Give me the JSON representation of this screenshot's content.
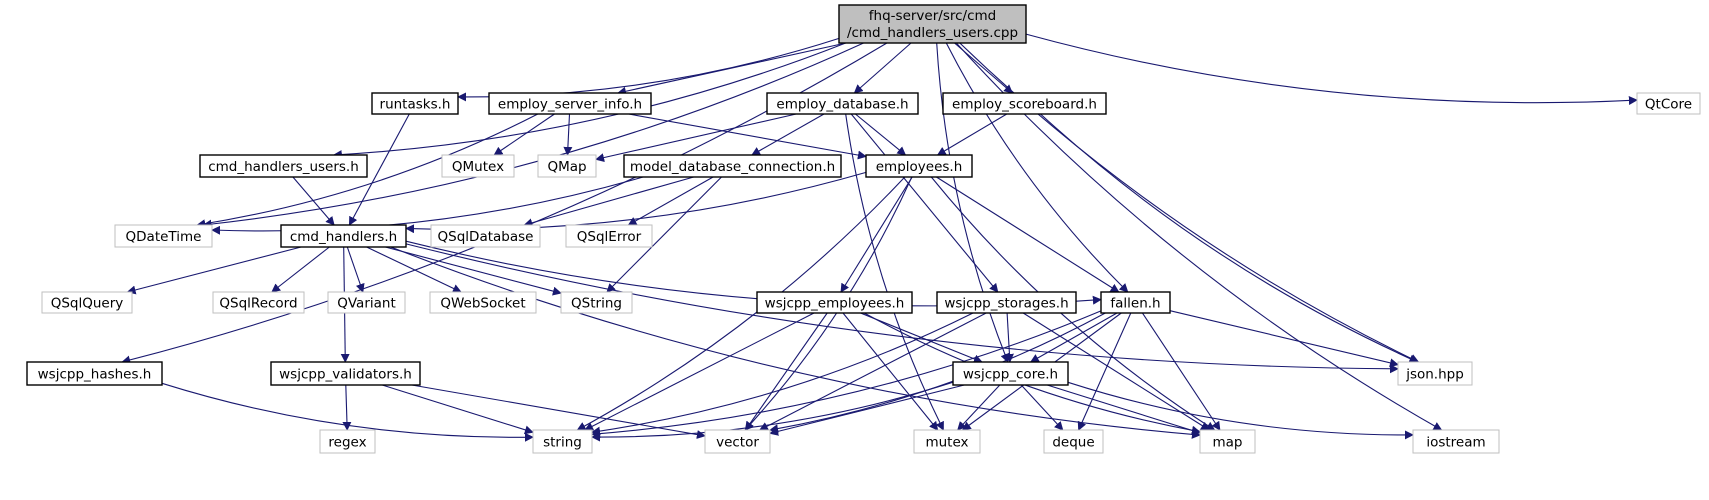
{
  "diagram": {
    "title_lines": [
      "fhq-server/src/cmd",
      "/cmd_handlers_users.cpp"
    ],
    "colors": {
      "edge": "#191970",
      "root_fill": "#bfbfbf",
      "root_border": "#000000",
      "internal_border": "#000000",
      "external_border": "#bfbfbf",
      "text": "#000000"
    },
    "nodes": [
      {
        "id": "root",
        "kind": "root",
        "lines": [
          "fhq-server/src/cmd",
          "/cmd_handlers_users.cpp"
        ]
      },
      {
        "id": "runtasks",
        "kind": "internal",
        "label": "runtasks.h"
      },
      {
        "id": "server_info",
        "kind": "internal",
        "label": "employ_server_info.h"
      },
      {
        "id": "database",
        "kind": "internal",
        "label": "employ_database.h"
      },
      {
        "id": "scoreboard",
        "kind": "internal",
        "label": "employ_scoreboard.h"
      },
      {
        "id": "qtcore",
        "kind": "external",
        "label": "QtCore"
      },
      {
        "id": "cmd_users",
        "kind": "internal",
        "label": "cmd_handlers_users.h"
      },
      {
        "id": "qmutex",
        "kind": "external",
        "label": "QMutex"
      },
      {
        "id": "qmap",
        "kind": "external",
        "label": "QMap"
      },
      {
        "id": "model_db",
        "kind": "internal",
        "label": "model_database_connection.h"
      },
      {
        "id": "employees",
        "kind": "internal",
        "label": "employees.h"
      },
      {
        "id": "qdatetime",
        "kind": "external",
        "label": "QDateTime"
      },
      {
        "id": "cmd_handlers",
        "kind": "internal",
        "label": "cmd_handlers.h"
      },
      {
        "id": "qsqldatabase",
        "kind": "external",
        "label": "QSqlDatabase"
      },
      {
        "id": "qsqlerror",
        "kind": "external",
        "label": "QSqlError"
      },
      {
        "id": "qsqlquery",
        "kind": "external",
        "label": "QSqlQuery"
      },
      {
        "id": "qsqlrecord",
        "kind": "external",
        "label": "QSqlRecord"
      },
      {
        "id": "qvariant",
        "kind": "external",
        "label": "QVariant"
      },
      {
        "id": "qwebsocket",
        "kind": "external",
        "label": "QWebSocket"
      },
      {
        "id": "qstring",
        "kind": "external",
        "label": "QString"
      },
      {
        "id": "wsjcpp_employees",
        "kind": "internal",
        "label": "wsjcpp_employees.h"
      },
      {
        "id": "wsjcpp_storages",
        "kind": "internal",
        "label": "wsjcpp_storages.h"
      },
      {
        "id": "fallen",
        "kind": "internal",
        "label": "fallen.h"
      },
      {
        "id": "wsjcpp_hashes",
        "kind": "internal",
        "label": "wsjcpp_hashes.h"
      },
      {
        "id": "wsjcpp_validators",
        "kind": "internal",
        "label": "wsjcpp_validators.h"
      },
      {
        "id": "wsjcpp_core",
        "kind": "internal",
        "label": "wsjcpp_core.h"
      },
      {
        "id": "json",
        "kind": "external",
        "label": "json.hpp"
      },
      {
        "id": "regex",
        "kind": "external",
        "label": "regex"
      },
      {
        "id": "string",
        "kind": "external",
        "label": "string"
      },
      {
        "id": "vector",
        "kind": "external",
        "label": "vector"
      },
      {
        "id": "mutex",
        "kind": "external",
        "label": "mutex"
      },
      {
        "id": "deque",
        "kind": "external",
        "label": "deque"
      },
      {
        "id": "map",
        "kind": "external",
        "label": "map"
      },
      {
        "id": "iostream",
        "kind": "external",
        "label": "iostream"
      }
    ],
    "edges": [
      [
        "root",
        "runtasks"
      ],
      [
        "root",
        "server_info"
      ],
      [
        "root",
        "database"
      ],
      [
        "root",
        "scoreboard"
      ],
      [
        "root",
        "qtcore"
      ],
      [
        "root",
        "cmd_users"
      ],
      [
        "root",
        "qdatetime"
      ],
      [
        "root",
        "wsjcpp_hashes"
      ],
      [
        "root",
        "fallen"
      ],
      [
        "root",
        "wsjcpp_core"
      ],
      [
        "root",
        "json"
      ],
      [
        "root",
        "iostream"
      ],
      [
        "runtasks",
        "cmd_handlers"
      ],
      [
        "server_info",
        "qdatetime"
      ],
      [
        "server_info",
        "qmutex"
      ],
      [
        "server_info",
        "qmap"
      ],
      [
        "server_info",
        "employees"
      ],
      [
        "database",
        "qmap"
      ],
      [
        "database",
        "model_db"
      ],
      [
        "database",
        "employees"
      ],
      [
        "database",
        "wsjcpp_storages"
      ],
      [
        "database",
        "mutex"
      ],
      [
        "scoreboard",
        "employees"
      ],
      [
        "scoreboard",
        "json"
      ],
      [
        "cmd_users",
        "cmd_handlers"
      ],
      [
        "model_db",
        "qdatetime"
      ],
      [
        "model_db",
        "qsqldatabase"
      ],
      [
        "model_db",
        "qsqlerror"
      ],
      [
        "model_db",
        "qstring"
      ],
      [
        "employees",
        "cmd_handlers"
      ],
      [
        "employees",
        "wsjcpp_employees"
      ],
      [
        "employees",
        "fallen"
      ],
      [
        "employees",
        "string"
      ],
      [
        "employees",
        "vector"
      ],
      [
        "employees",
        "map"
      ],
      [
        "cmd_handlers",
        "qsqlquery"
      ],
      [
        "cmd_handlers",
        "qsqlrecord"
      ],
      [
        "cmd_handlers",
        "qvariant"
      ],
      [
        "cmd_handlers",
        "qwebsocket"
      ],
      [
        "cmd_handlers",
        "qstring"
      ],
      [
        "cmd_handlers",
        "wsjcpp_validators"
      ],
      [
        "cmd_handlers",
        "fallen"
      ],
      [
        "cmd_handlers",
        "json"
      ],
      [
        "cmd_handlers",
        "map"
      ],
      [
        "wsjcpp_employees",
        "string"
      ],
      [
        "wsjcpp_employees",
        "vector"
      ],
      [
        "wsjcpp_employees",
        "wsjcpp_core"
      ],
      [
        "wsjcpp_employees",
        "mutex"
      ],
      [
        "wsjcpp_employees",
        "map"
      ],
      [
        "wsjcpp_storages",
        "string"
      ],
      [
        "wsjcpp_storages",
        "vector"
      ],
      [
        "wsjcpp_storages",
        "wsjcpp_core"
      ],
      [
        "wsjcpp_storages",
        "map"
      ],
      [
        "fallen",
        "wsjcpp_core"
      ],
      [
        "fallen",
        "string"
      ],
      [
        "fallen",
        "vector"
      ],
      [
        "fallen",
        "mutex"
      ],
      [
        "fallen",
        "deque"
      ],
      [
        "fallen",
        "map"
      ],
      [
        "fallen",
        "json"
      ],
      [
        "wsjcpp_hashes",
        "string"
      ],
      [
        "wsjcpp_validators",
        "regex"
      ],
      [
        "wsjcpp_validators",
        "string"
      ],
      [
        "wsjcpp_validators",
        "vector"
      ],
      [
        "wsjcpp_core",
        "string"
      ],
      [
        "wsjcpp_core",
        "vector"
      ],
      [
        "wsjcpp_core",
        "mutex"
      ],
      [
        "wsjcpp_core",
        "deque"
      ],
      [
        "wsjcpp_core",
        "map"
      ],
      [
        "wsjcpp_core",
        "iostream"
      ]
    ]
  }
}
